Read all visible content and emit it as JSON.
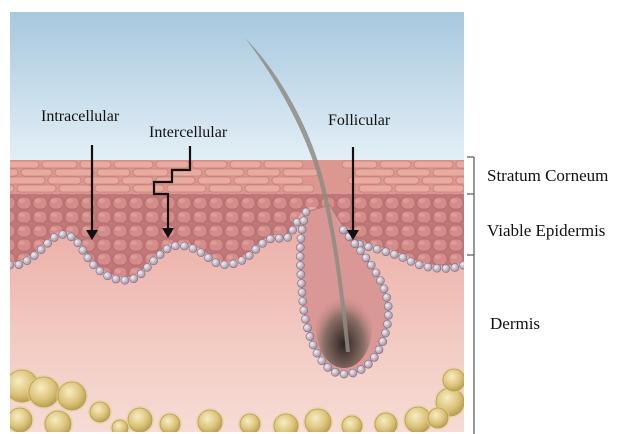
{
  "labels": {
    "intracellular": "Intracellular",
    "intercellular": "Intercellular",
    "follicular": "Follicular",
    "stratum_corneum": "Stratum Corneum",
    "viable_epidermis": "Viable Epidermis",
    "dermis": "Dermis"
  },
  "colors": {
    "sky_top": "#aacbe0",
    "sky_bottom": "#e4eff7",
    "corneum_cell": "#e7a39b",
    "corneum_stroke": "#c98279",
    "epidermis_cell": "#cf8585",
    "epidermis_base": "#c27676",
    "basal_bead": "#c8b8c9",
    "dermis_top": "#eab0a8",
    "dermis_bottom": "#f4d2cb",
    "fat_cell": "#dcc57c",
    "hair": "#8e8e86",
    "bracket": "#555555",
    "arrow": "#111111"
  }
}
